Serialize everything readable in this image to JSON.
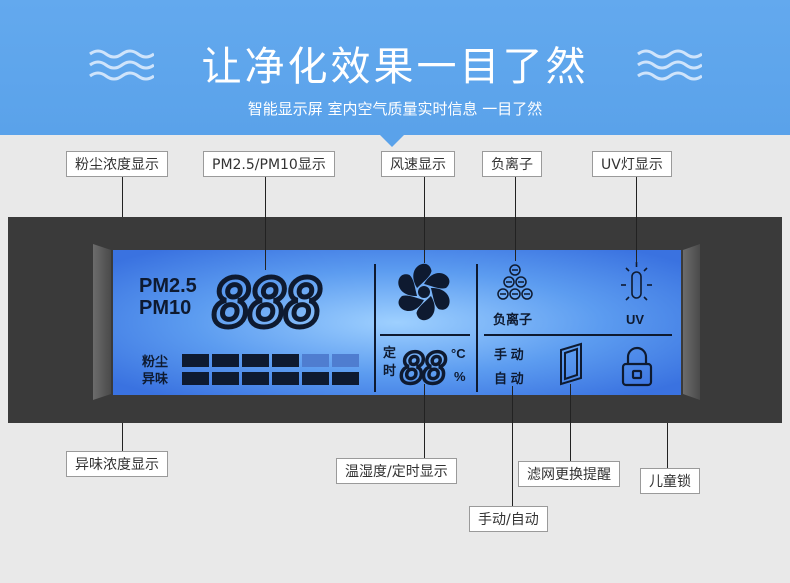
{
  "header": {
    "title": "让净化效果一目了然",
    "subtitle": "智能显示屏   室内空气质量实时信息   一目了然"
  },
  "colors": {
    "banner": "#5aa2ea",
    "lcd_glow": "#4f8fe8",
    "panel": "#3a3a3a"
  },
  "labels": {
    "dust": "粉尘浓度显示",
    "pm": "PM2.5/PM10显示",
    "wind": "风速显示",
    "anion": "负离子",
    "uv": "UV灯显示",
    "odor": "异味浓度显示",
    "temp": "温湿度/定时显示",
    "filter": "滤网更换提醒",
    "manual": "手动/自动",
    "lock": "儿童锁"
  },
  "lcd": {
    "pm25": "PM2.5",
    "pm10": "PM10",
    "digits": "888",
    "dust": "粉尘",
    "odor": "异味",
    "ding": "定",
    "shi": "时",
    "temp_digits": "88",
    "celsius": "°C",
    "percent": "%",
    "anion": "负离子",
    "uv": "UV",
    "manual_1": "手 动",
    "manual_2": "自 动"
  }
}
